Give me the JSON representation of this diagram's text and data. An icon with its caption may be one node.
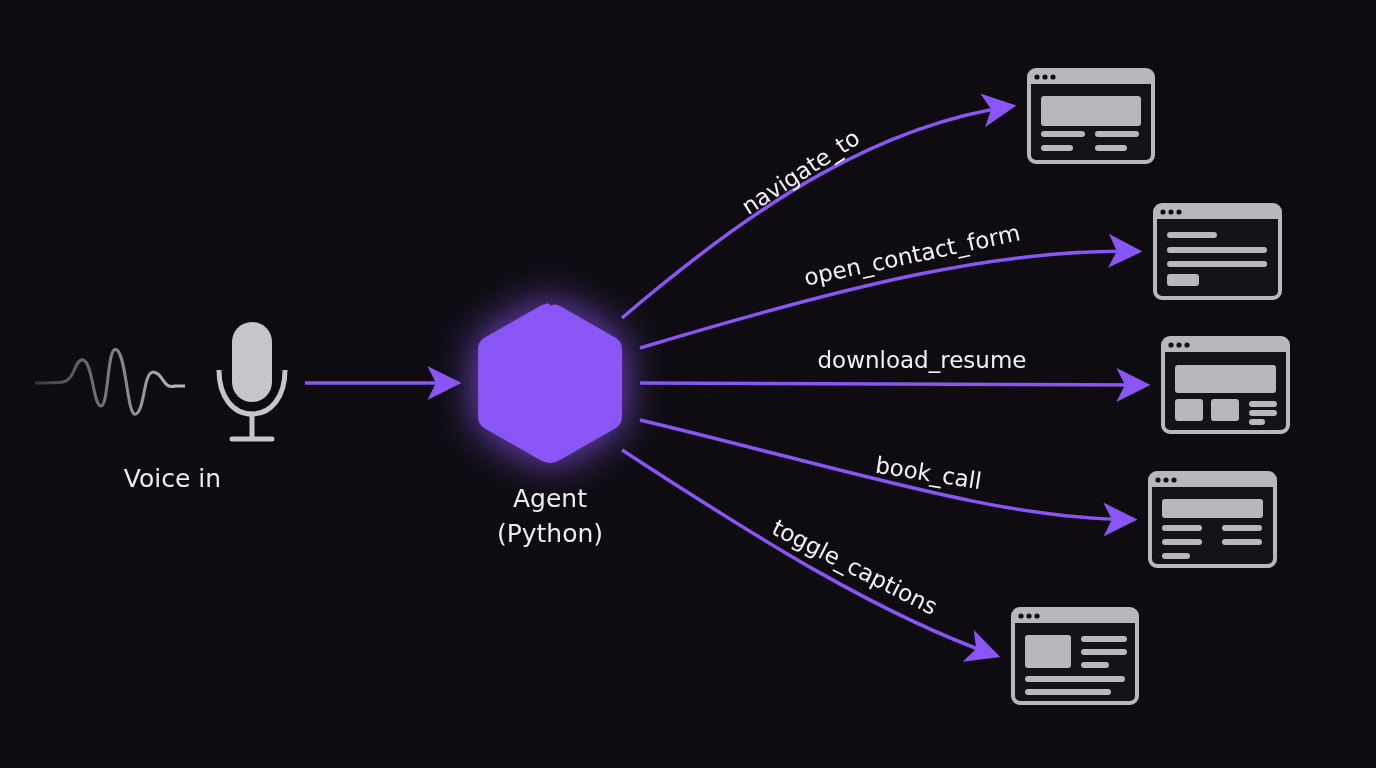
{
  "diagram": {
    "nodes": [
      {
        "text": [
          "Voice in"
        ]
      },
      {
        "text": [
          "Agent",
          "(Python)"
        ]
      },
      {
        "text": [],
        "shape": "window"
      },
      {
        "text": [],
        "shape": "window"
      },
      {
        "text": [],
        "shape": "window"
      },
      {
        "text": [],
        "shape": "window"
      },
      {
        "text": [],
        "shape": "window"
      }
    ],
    "edges": [
      {
        "from": 0,
        "to": 1,
        "arrow": "to"
      },
      {
        "from": 1,
        "to": 2,
        "arrow": "to",
        "label": "navigate_to"
      },
      {
        "from": 1,
        "to": 3,
        "arrow": "to",
        "label": "open_contact_form"
      },
      {
        "from": 1,
        "to": 4,
        "arrow": "to",
        "label": "download_resume"
      },
      {
        "from": 1,
        "to": 5,
        "arrow": "to",
        "label": "book_call"
      },
      {
        "from": 1,
        "to": 6,
        "arrow": "to",
        "label": "toggle_captions"
      }
    ]
  }
}
